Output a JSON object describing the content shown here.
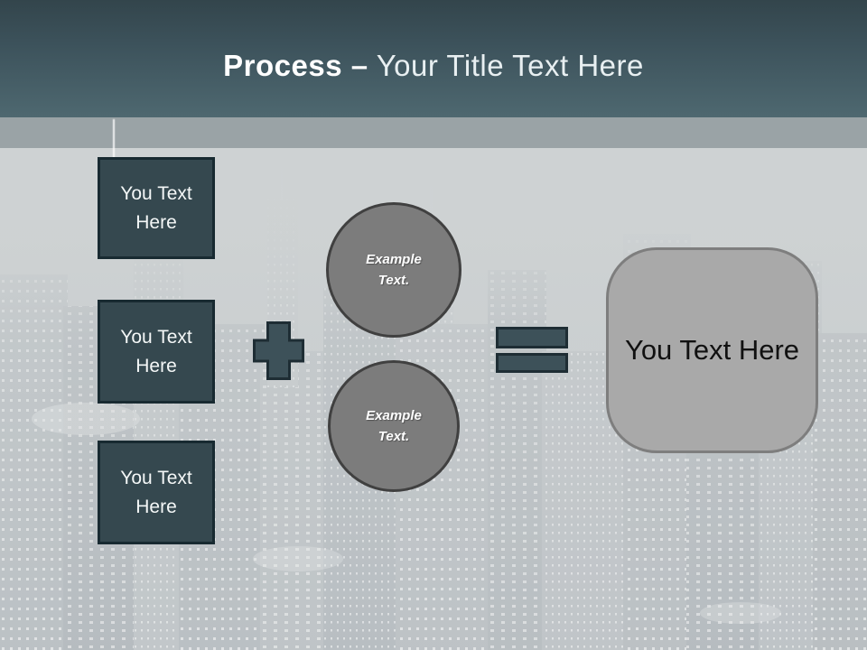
{
  "title": {
    "bold": "Process",
    "dash": "–",
    "rest": "Your Title Text Here"
  },
  "left_boxes": [
    {
      "label": "You Text Here"
    },
    {
      "label": "You Text Here"
    },
    {
      "label": "You Text Here"
    }
  ],
  "operators": {
    "plus": "plus-sign",
    "equals": "equals-sign"
  },
  "circles": [
    {
      "label": "Example Text."
    },
    {
      "label": "Example Text."
    }
  ],
  "result_box": {
    "label": "You Text Here"
  },
  "colors": {
    "header-top": "#33454c",
    "header-bottom": "#4e6870",
    "strip": "#9aa3a6",
    "canvas": "#ced2d3",
    "accent": "#35484f",
    "accent-border": "#182a31",
    "operator": "#3d5159",
    "operator-border": "#1e2d34",
    "circle": "#7c7c7c",
    "circle-border": "#404040",
    "result": "#a9a9a9",
    "result-border": "#7e7e7e",
    "title-bold": "#ffffff",
    "title-regular": "#e8eff1",
    "box-text": "#f4f7f7",
    "result-text": "#111111"
  }
}
